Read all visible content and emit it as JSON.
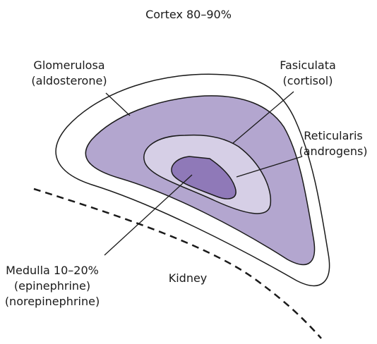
{
  "title": "Cortex 80–90%",
  "labels": {
    "glomerulosa": {
      "name": "Glomerulosa",
      "hormone": "(aldosterone)"
    },
    "fasiculata": {
      "name": "Fasiculata",
      "hormone": "(cortisol)"
    },
    "reticularis": {
      "name": "Reticularis",
      "hormone": "(androgens)"
    },
    "medulla": {
      "name": "Medulla 10–20%",
      "hormone1": "(epinephrine)",
      "hormone2": "(norepinephrine)"
    },
    "kidney": "Kidney"
  },
  "colors": {
    "glomerulosa": "#ffffff",
    "fasiculata": "#b3a6cf",
    "reticularis": "#d6cfe6",
    "medulla": "#8f79b8",
    "outline": "#1a1a1a"
  }
}
